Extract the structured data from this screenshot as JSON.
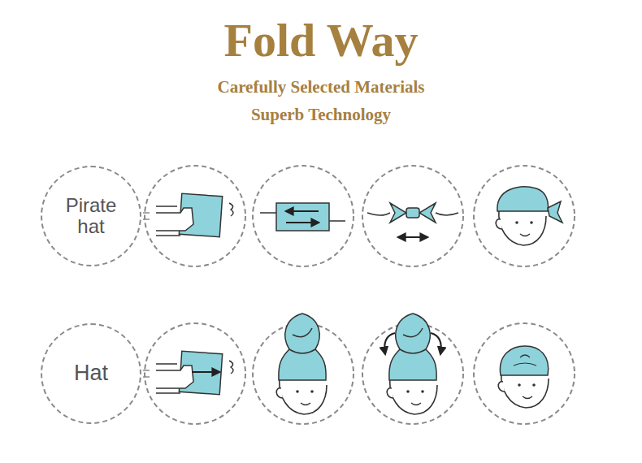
{
  "diagram": {
    "title": "Fold Way",
    "nodes": [
      {
        "text": [
          "Pirate hat"
        ]
      },
      {
        "text": [
          "Hat"
        ]
      }
    ],
    "labels": [
      "Carefully Selected Materials",
      "Superb Technology"
    ]
  }
}
